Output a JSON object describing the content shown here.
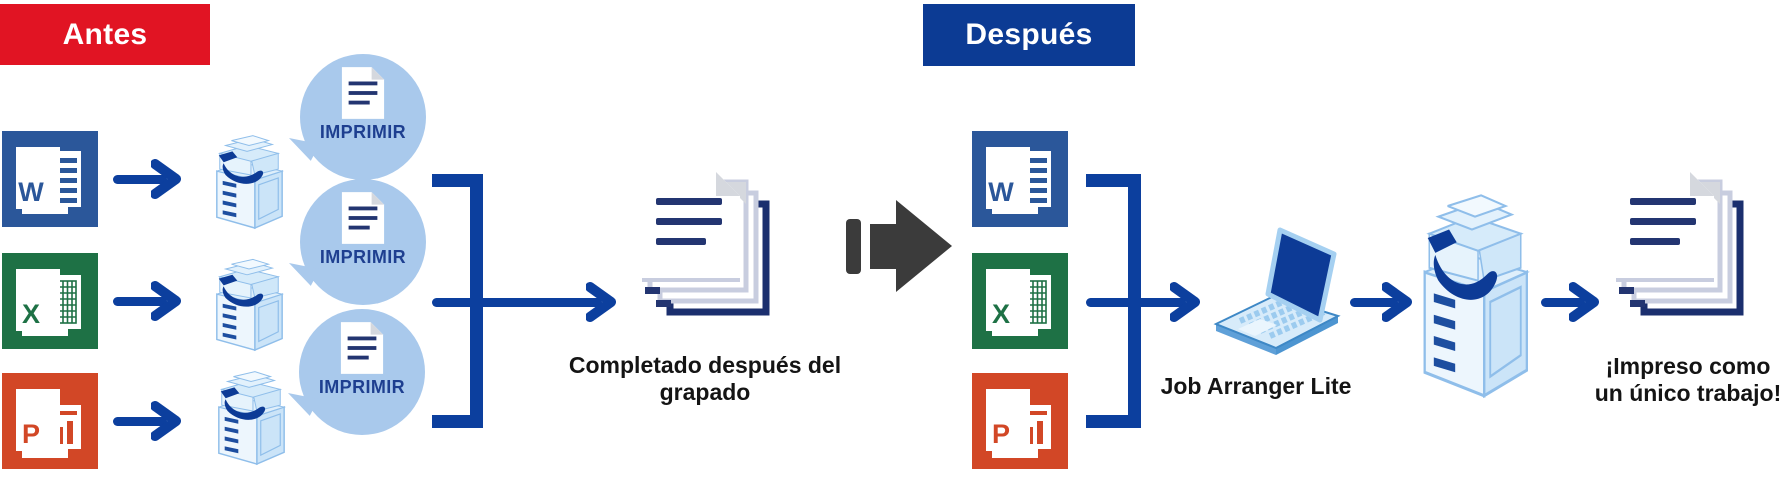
{
  "diagram": {
    "before": {
      "header_label": "Antes",
      "print_bubble_label": "IMPRIMIR",
      "caption": {
        "line1": "Completado después del",
        "line2": "grapado"
      }
    },
    "after": {
      "header_label": "Después",
      "laptop_label": "Job Arranger Lite",
      "caption": {
        "line1": "¡Impreso como",
        "line2": "un único trabajo!"
      }
    },
    "apps": {
      "word": {
        "letter": "W",
        "color": "#2B579A"
      },
      "excel": {
        "letter": "X",
        "color": "#1E7145"
      },
      "powerpoint": {
        "letter": "P",
        "color": "#D24726"
      }
    },
    "icons": [
      "word-file-icon",
      "excel-file-icon",
      "powerpoint-file-icon",
      "printer-icon",
      "print-speech-bubble",
      "document-icon",
      "document-stack-icon",
      "laptop-icon",
      "flow-arrow-icon",
      "transform-arrow-icon"
    ],
    "colors": {
      "before_header_bg": "#E11423",
      "after_header_bg": "#0C3B94",
      "arrow_blue": "#0C3F9E",
      "bubble_blue": "#A9C9EC",
      "bubble_text_blue": "#1E3F90",
      "navy_accent": "#0D3B96",
      "doc_line_navy": "#233571",
      "big_arrow_gray": "#3B3B3B",
      "caption_text": "#141414"
    }
  }
}
